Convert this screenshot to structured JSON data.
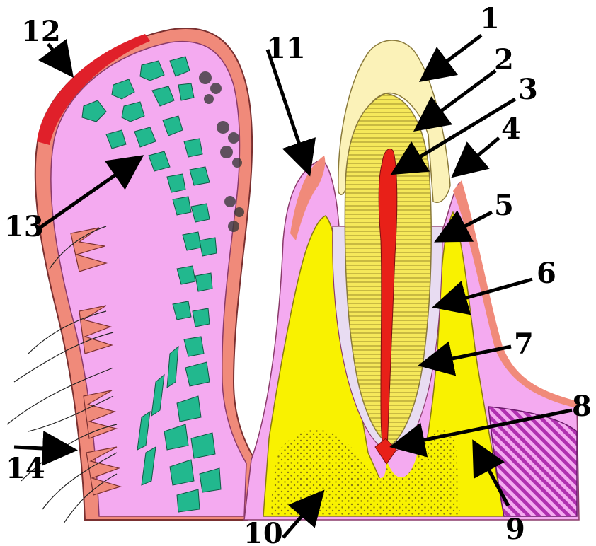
{
  "labels": {
    "l1": "1",
    "l2": "2",
    "l3": "3",
    "l4": "4",
    "l5": "5",
    "l6": "6",
    "l7": "7",
    "l8": "8",
    "l9": "9",
    "l10": "10",
    "l11": "11",
    "l12": "12",
    "l13": "13",
    "l14": "14"
  },
  "colors": {
    "lip_skin": "#f08a7a",
    "lip_vermilion": "#e0202a",
    "connective_tissue": "#f4aaf0",
    "glands": "#22b88e",
    "enamel": "#fbf2b8",
    "dentin": "#f5e85a",
    "pulp": "#e82018",
    "jaw_yellow": "#f9f200",
    "hatched": "#b030b0",
    "arrow": "#000000"
  }
}
